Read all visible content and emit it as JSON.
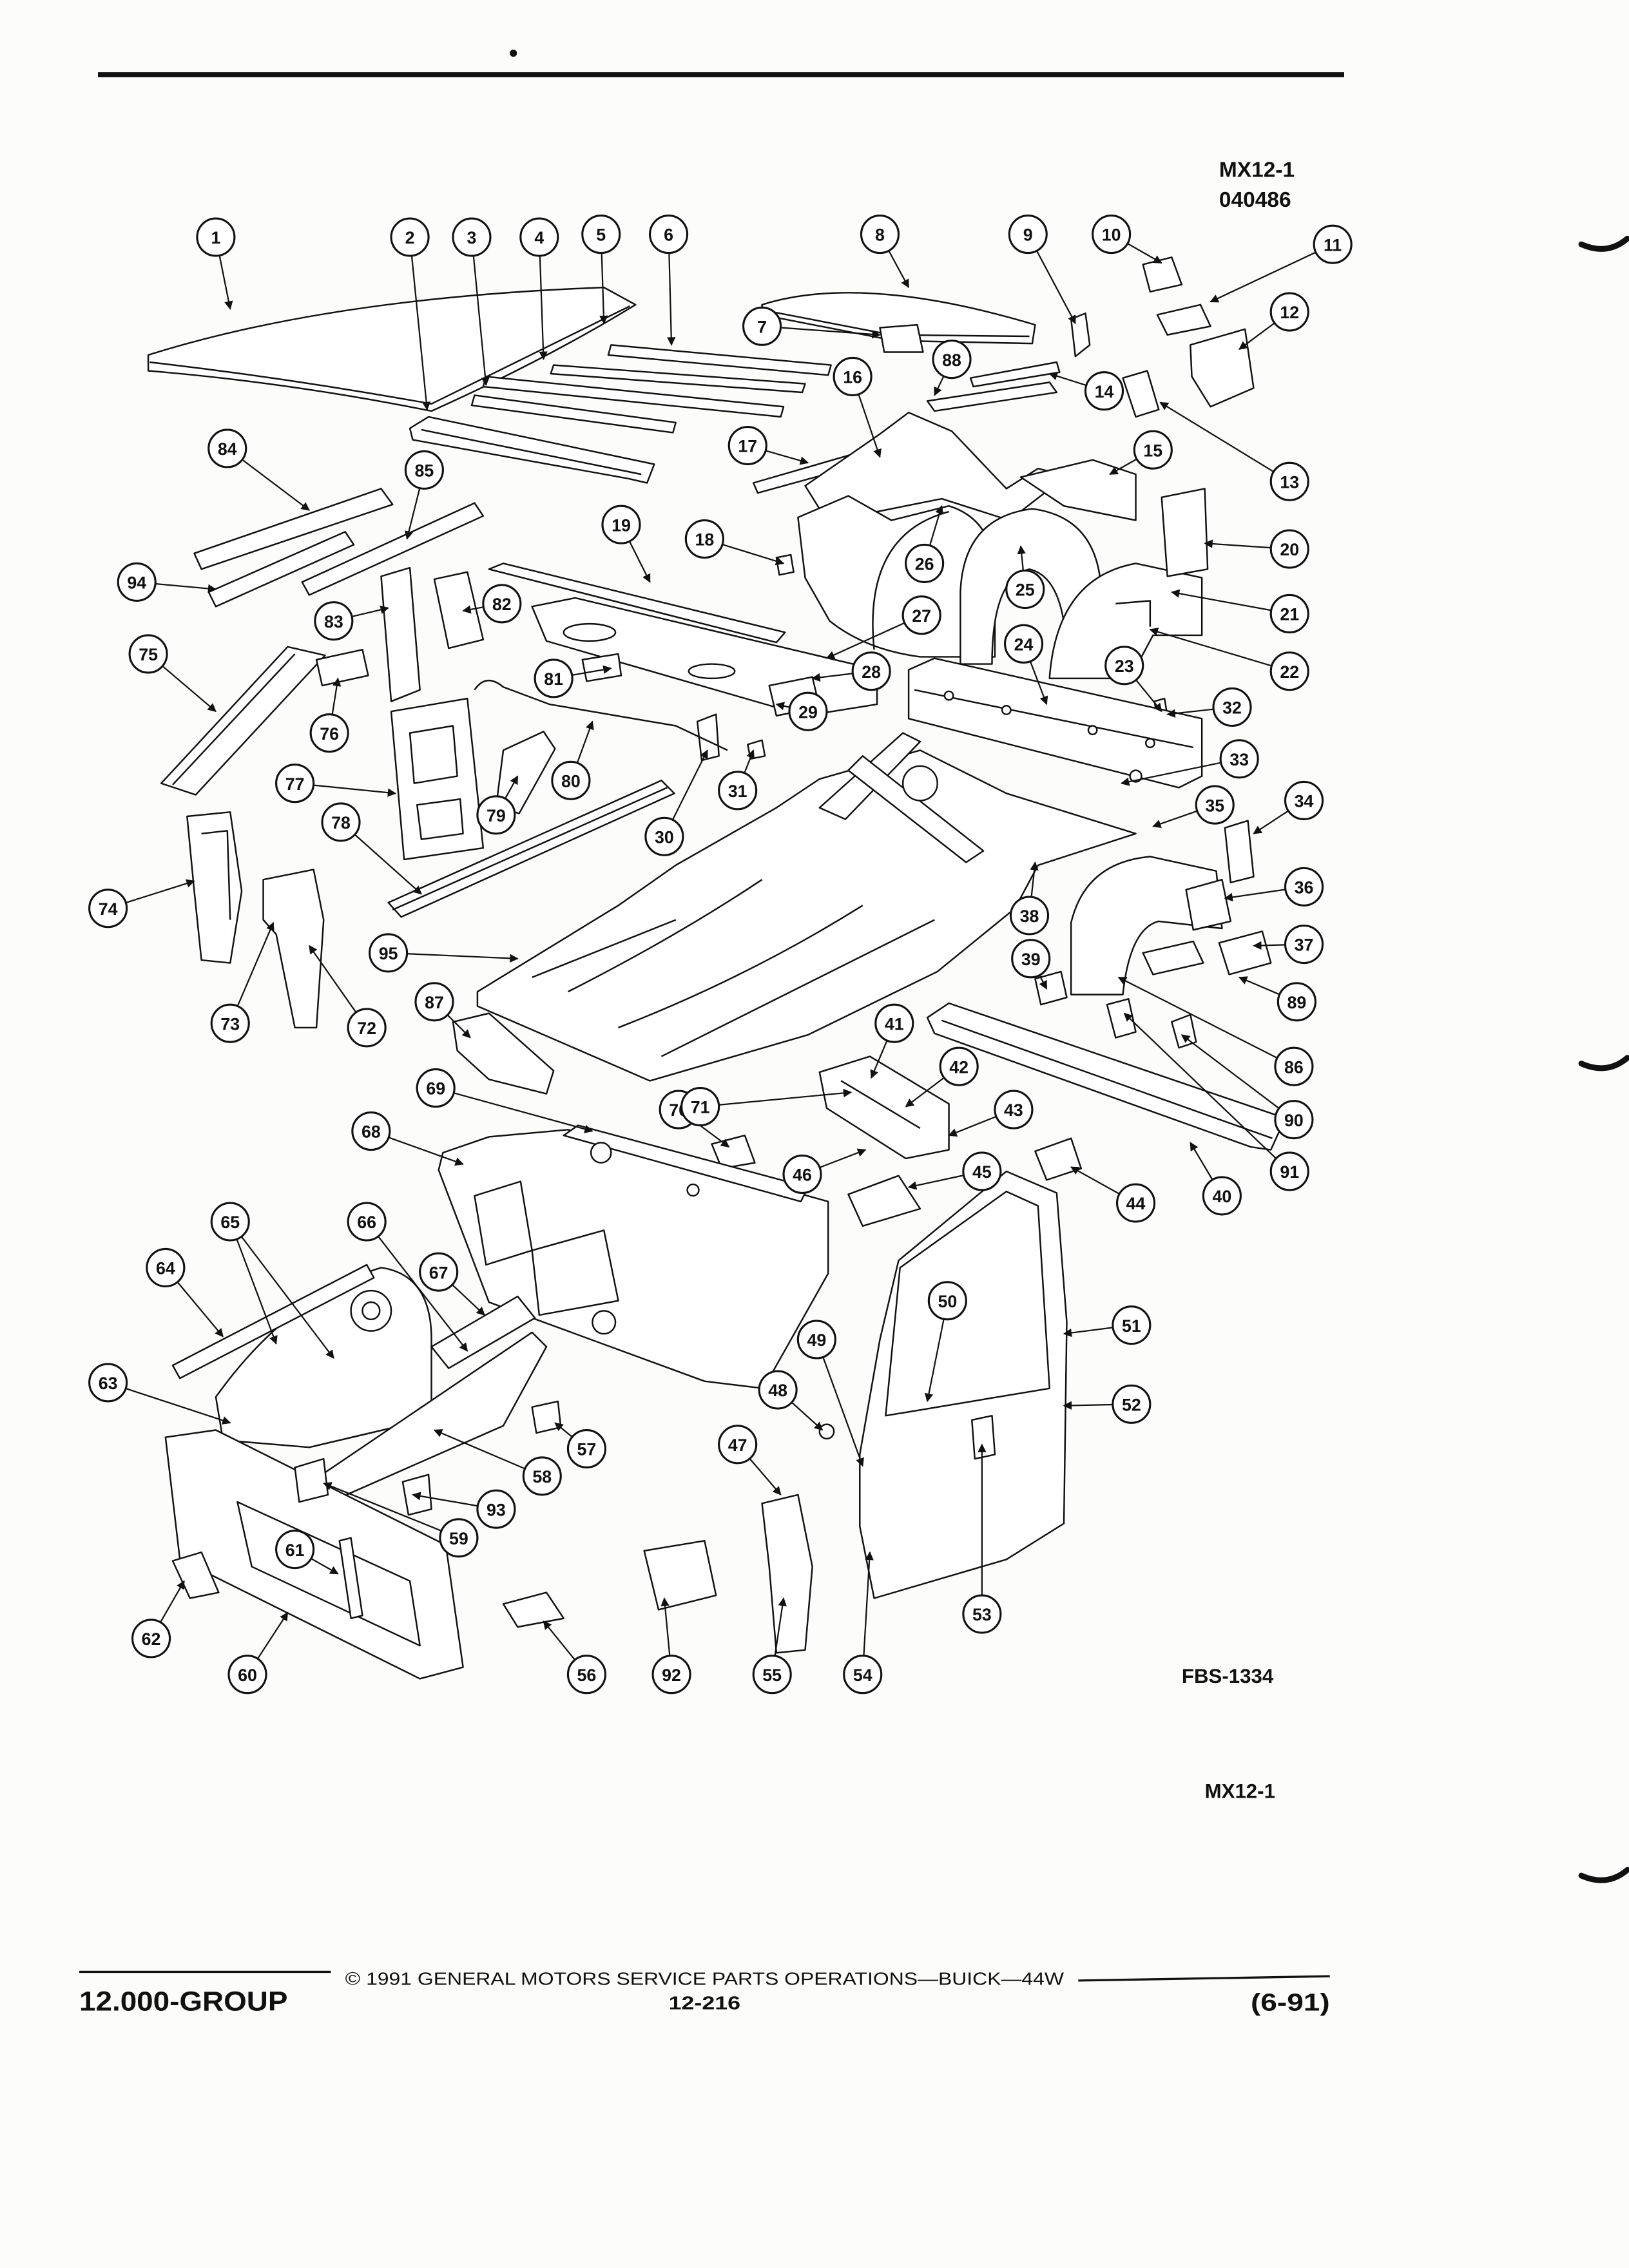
{
  "header": {
    "code": "MX12-1",
    "date_code": "040486"
  },
  "callouts": [
    "1",
    "2",
    "3",
    "4",
    "5",
    "6",
    "7",
    "8",
    "9",
    "10",
    "11",
    "12",
    "13",
    "14",
    "15",
    "16",
    "17",
    "18",
    "19",
    "20",
    "21",
    "22",
    "23",
    "24",
    "25",
    "26",
    "27",
    "28",
    "29",
    "30",
    "31",
    "32",
    "33",
    "34",
    "35",
    "36",
    "37",
    "38",
    "39",
    "40",
    "41",
    "42",
    "43",
    "44",
    "45",
    "46",
    "47",
    "48",
    "49",
    "50",
    "51",
    "52",
    "53",
    "54",
    "55",
    "56",
    "57",
    "58",
    "59",
    "60",
    "61",
    "62",
    "63",
    "64",
    "65",
    "66",
    "67",
    "68",
    "69",
    "70",
    "71",
    "72",
    "73",
    "74",
    "75",
    "76",
    "77",
    "78",
    "79",
    "80",
    "81",
    "82",
    "83",
    "84",
    "85",
    "86",
    "87",
    "88",
    "89",
    "90",
    "91",
    "92",
    "93",
    "94",
    "95"
  ],
  "figure_code": "FBS-1334",
  "footer_code": "MX12-1",
  "footer": {
    "group": "12.000-GROUP",
    "copyright": "© 1991 GENERAL MOTORS SERVICE PARTS OPERATIONS—BUICK—44W",
    "page": "12-216",
    "revision": "(6-91)"
  }
}
